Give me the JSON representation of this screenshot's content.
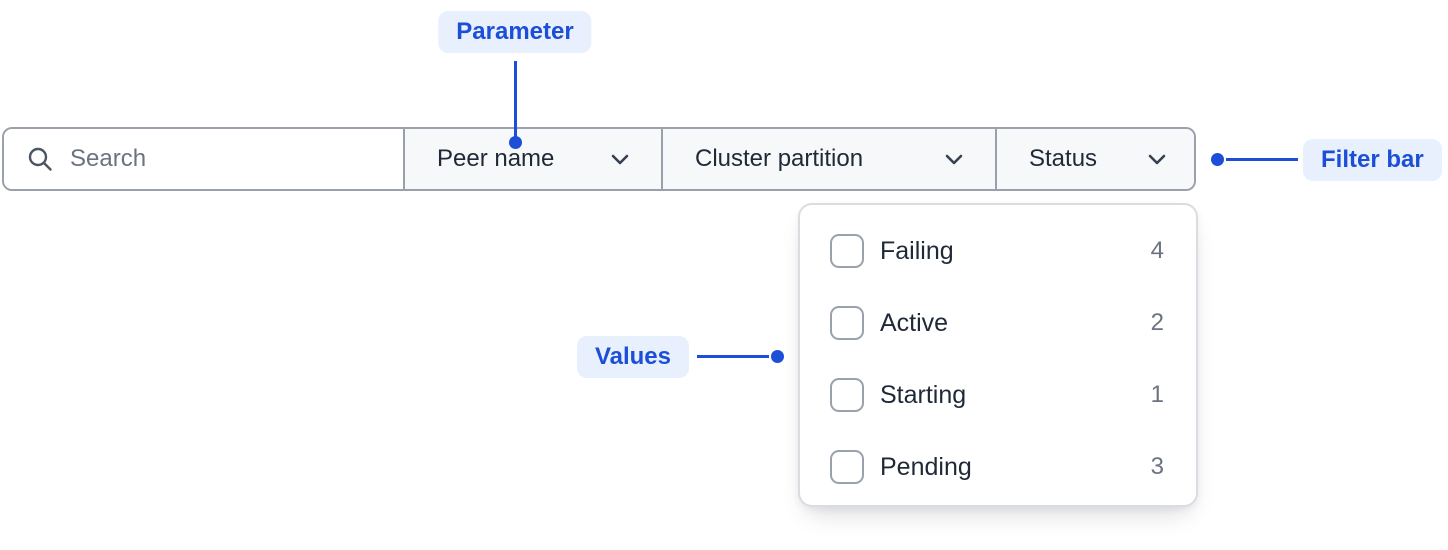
{
  "colors": {
    "accent_blue": "#1d4ed8",
    "callout_bg": "#e8f0fe",
    "bar_border": "#9aa1ad",
    "dropdown_section_bg": "#f7f8f9",
    "text_dark": "#1f2937",
    "text_muted": "#6b7280",
    "panel_border": "#d9dce1",
    "checkbox_border": "#99a1ac"
  },
  "annotations": {
    "parameter_label": "Parameter",
    "filter_bar_label": "Filter bar",
    "values_label": "Values"
  },
  "filter_bar": {
    "search": {
      "placeholder": "Search",
      "value": "",
      "icon": "search-icon"
    },
    "dropdowns": [
      {
        "label": "Peer name",
        "icon": "chevron-down-icon"
      },
      {
        "label": "Cluster partition",
        "icon": "chevron-down-icon"
      },
      {
        "label": "Status",
        "icon": "chevron-down-icon"
      }
    ]
  },
  "dropdown_panel": {
    "attached_to": "Status",
    "items": [
      {
        "label": "Failing",
        "count": "4",
        "checked": false
      },
      {
        "label": "Active",
        "count": "2",
        "checked": false
      },
      {
        "label": "Starting",
        "count": "1",
        "checked": false
      },
      {
        "label": "Pending",
        "count": "3",
        "checked": false
      }
    ]
  }
}
